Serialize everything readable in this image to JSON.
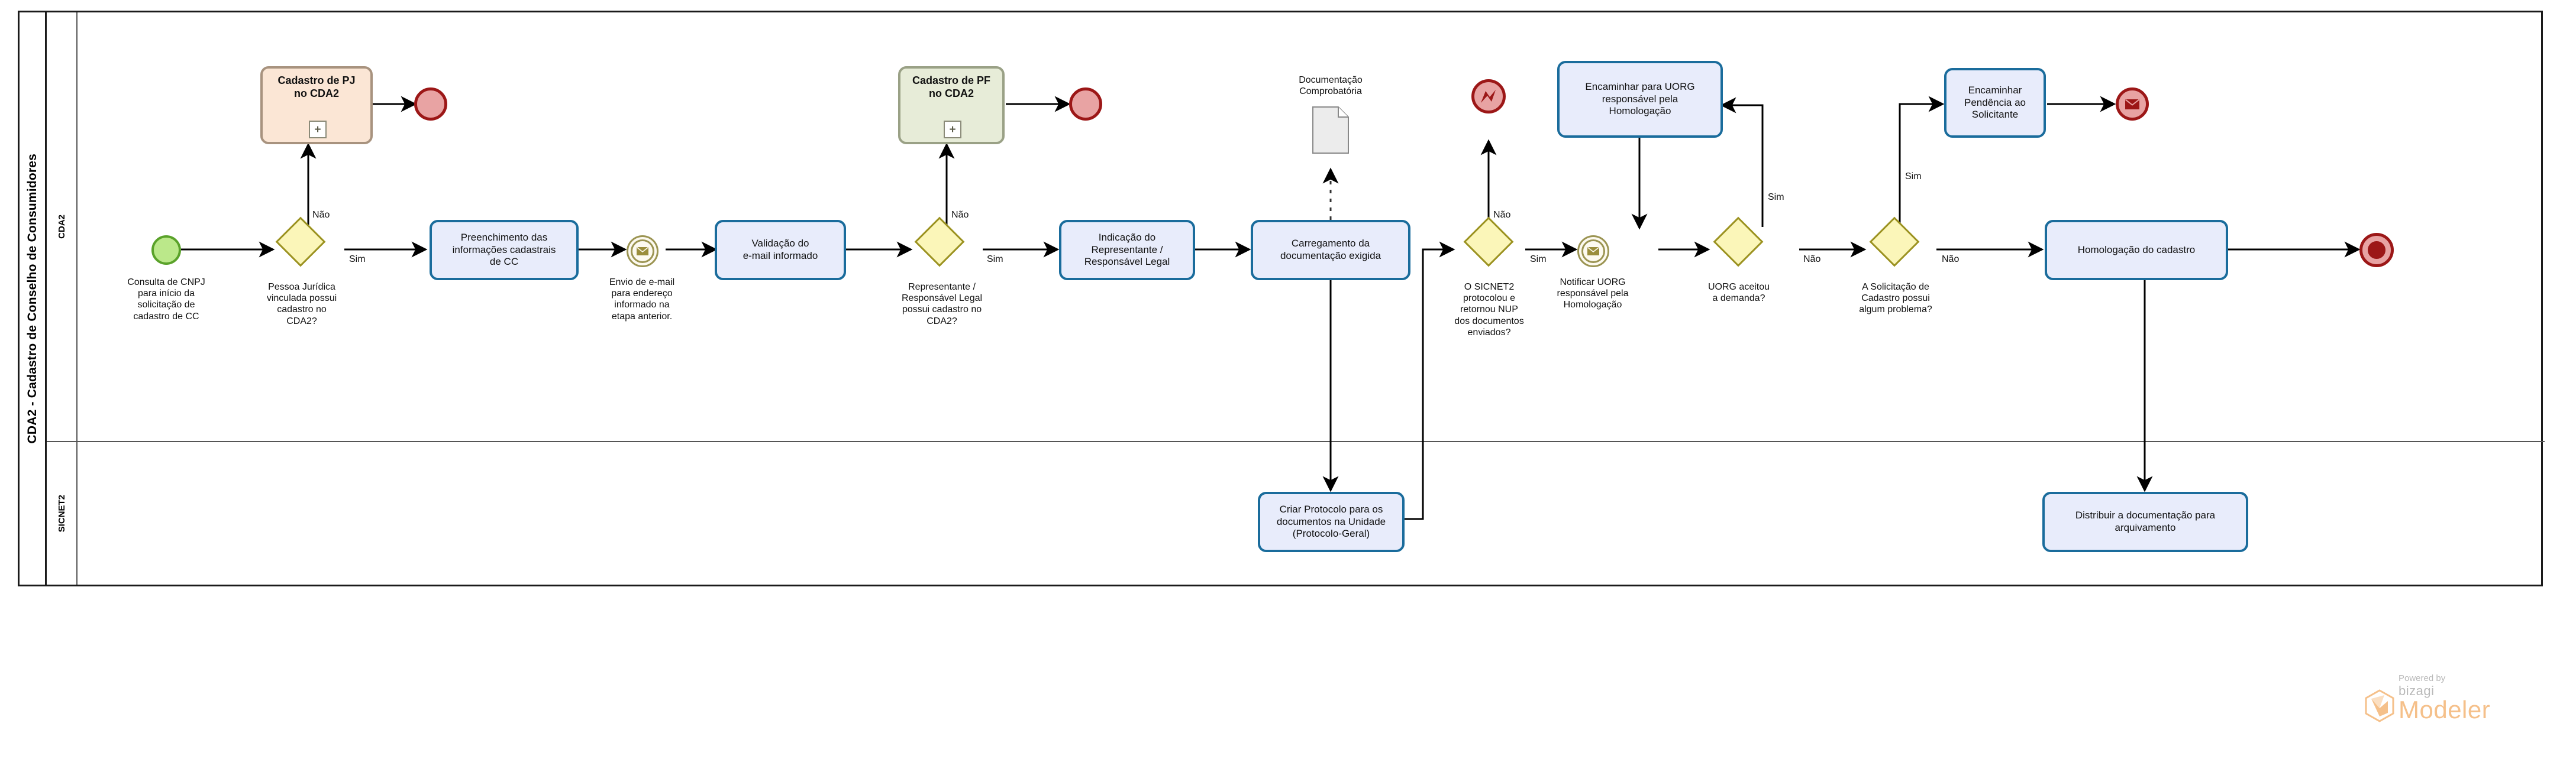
{
  "pool": {
    "title": "CDA2 - Cadastro de Conselho de Consumidores"
  },
  "lanes": [
    {
      "id": "cda2",
      "label": "CDA2"
    },
    {
      "id": "sicnet2",
      "label": "SICNET2"
    }
  ],
  "events": {
    "start": {
      "icon": "start-event-circle",
      "label": "Consulta de CNPJ\npara início da\nsolicitação de\ncadastro de CC"
    },
    "end_pj": {
      "icon": "end-event-none"
    },
    "end_pf": {
      "icon": "end-event-none"
    },
    "end_error": {
      "icon": "end-event-error"
    },
    "end_message": {
      "icon": "end-event-message"
    },
    "end_terminate": {
      "icon": "end-event-terminate"
    },
    "msg_email_envio": {
      "icon": "message-intermediate-event",
      "label": "Envio de e-mail\npara endereço\ninformado na\netapa anterior."
    },
    "msg_notificar": {
      "icon": "message-intermediate-event",
      "label": "Notificar UORG\nresponsável pela\nHomologação"
    }
  },
  "subprocesses": [
    {
      "id": "cadastro-pj",
      "label": "Cadastro de PJ\nno CDA2",
      "marker": "plus"
    },
    {
      "id": "cadastro-pf",
      "label": "Cadastro de PF\nno CDA2",
      "marker": "plus"
    }
  ],
  "tasks": [
    {
      "id": "preenchimento",
      "label": "Preenchimento das\ninformações cadastrais\nde CC"
    },
    {
      "id": "validacao-email",
      "label": "Validação do\ne-mail informado"
    },
    {
      "id": "indicacao-representante",
      "label": "Indicação do\nRepresentante /\nResponsável Legal"
    },
    {
      "id": "carregamento-doc",
      "label": "Carregamento da\ndocumentação exigida"
    },
    {
      "id": "encaminhar-uorg",
      "label": "Encaminhar para UORG\nresponsável pela\nHomologação"
    },
    {
      "id": "encaminhar-pendencia",
      "label": "Encaminhar\nPendência ao\nSolicitante"
    },
    {
      "id": "homologacao",
      "label": "Homologação do cadastro"
    },
    {
      "id": "criar-protocolo",
      "label": "Criar Protocolo para os\ndocumentos na Unidade\n(Protocolo-Geral)"
    },
    {
      "id": "distribuir-doc",
      "label": "Distribuir a documentação para\narquivamento"
    }
  ],
  "gateways": [
    {
      "id": "gw-pj",
      "label": "Pessoa Jurídica\nvinculada possui\ncadastro no\nCDA2?"
    },
    {
      "id": "gw-pf",
      "label": "Representante /\nResponsável Legal\npossui cadastro no\nCDA2?"
    },
    {
      "id": "gw-sicnet",
      "label": "O SICNET2\nprotocolou e\nretornou NUP\ndos documentos\nenviados?"
    },
    {
      "id": "gw-uorg",
      "label": "UORG aceitou\na demanda?"
    },
    {
      "id": "gw-problema",
      "label": "A Solicitação de\nCadastro possui\nalgum problema?"
    }
  ],
  "data_objects": [
    {
      "id": "documentacao",
      "label": "Documentação\nComprobatória"
    }
  ],
  "flow_labels": {
    "pj_nao": "Não",
    "pj_sim": "Sim",
    "pf_nao": "Não",
    "pf_sim": "Sim",
    "sicnet_nao": "Não",
    "sicnet_sim": "Sim",
    "uorg_sim": "Sim",
    "uorg_nao": "Não",
    "prob_sim": "Sim",
    "prob_nao": "Não"
  },
  "watermark": {
    "powered_by": "Powered by",
    "brand": "bizagi",
    "product": "Modeler"
  },
  "colors": {
    "task_fill": "#e8ecfb",
    "task_stroke": "#1a6c9c",
    "gateway_fill": "#fbf6b9",
    "gateway_stroke": "#9b9221",
    "start_fill": "#bbe88a",
    "start_stroke": "#5aa22a",
    "end_fill": "#e8a3a3",
    "end_stroke": "#9c1717",
    "subproc_pj_fill": "#fbe6d5",
    "subproc_pf_fill": "#e7ecd8",
    "data_fill": "#ececec"
  }
}
